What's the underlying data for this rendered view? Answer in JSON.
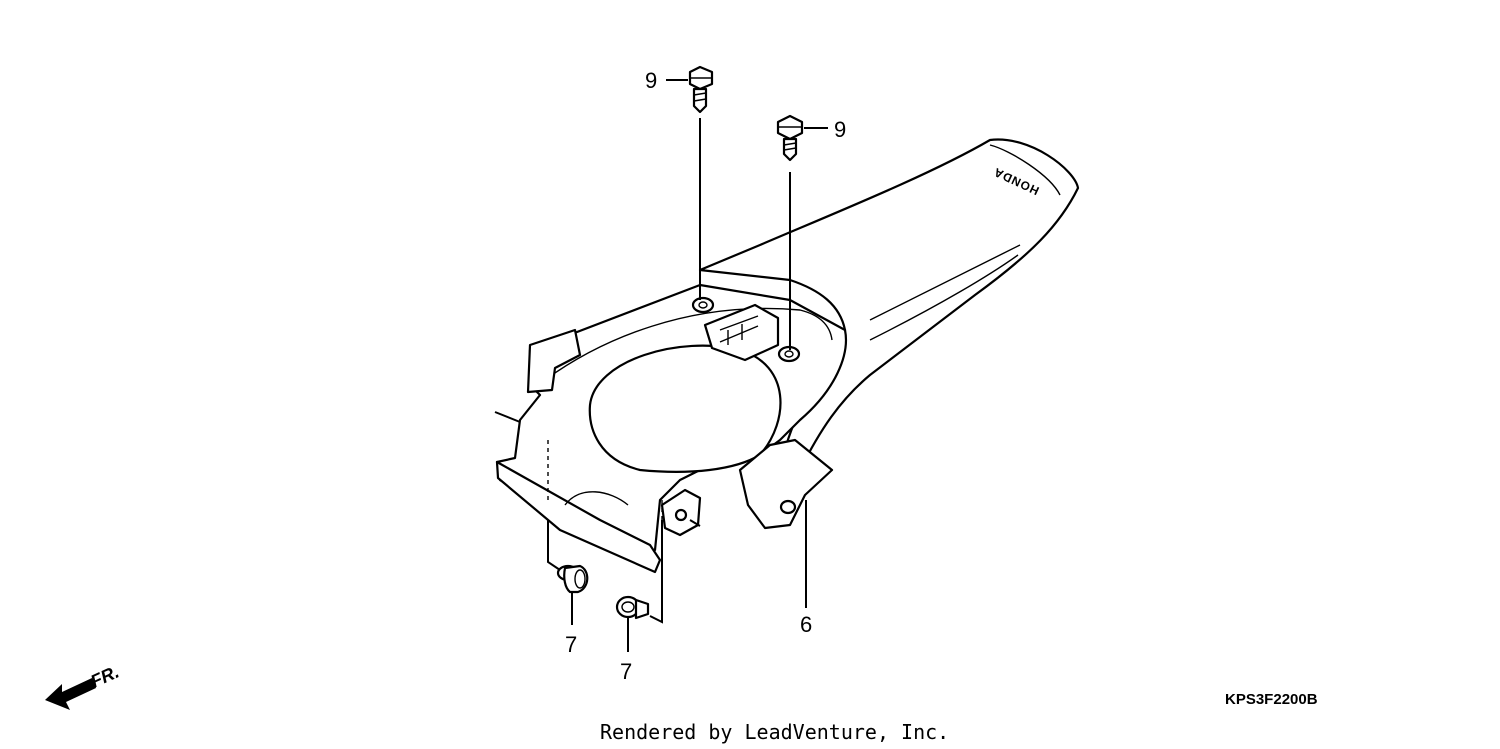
{
  "callouts": {
    "bolt_upper_left": "9",
    "bolt_upper_right": "9",
    "fender": "6",
    "collar_left": "7",
    "collar_right": "7"
  },
  "fender_brand": "HONDA",
  "front_indicator": "FR.",
  "diagram_code": "KPS3F2200B",
  "credit": "Rendered by LeadVenture, Inc."
}
